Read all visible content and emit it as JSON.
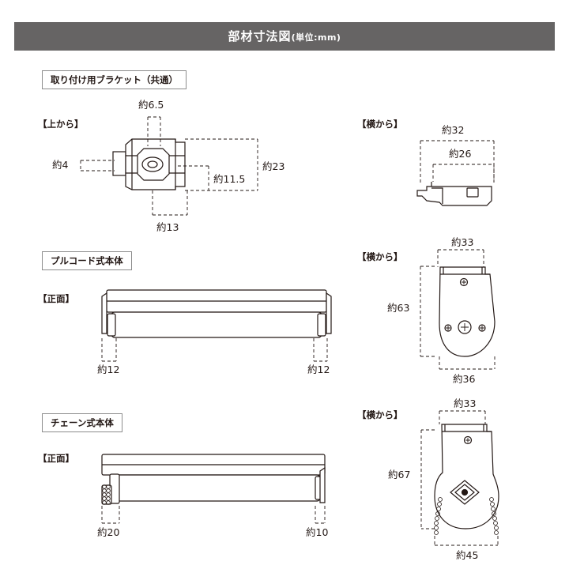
{
  "header": {
    "title": "部材寸法図",
    "unit": "(単位:mm)"
  },
  "bracket": {
    "section_label": "取り付け用ブラケット（共通）",
    "top_view_label": "【上から】",
    "side_view_label": "【横から】",
    "dims": {
      "d65": "約6.5",
      "d4": "約4",
      "d115": "約11.5",
      "d23": "約23",
      "d13": "約13",
      "d32": "約32",
      "d26": "約26"
    }
  },
  "pullcord": {
    "section_label": "プルコード式本体",
    "front_view_label": "【正面】",
    "side_view_label": "【横から】",
    "dims": {
      "left": "約12",
      "right": "約12",
      "top": "約33",
      "height": "約63",
      "bottom": "約36"
    }
  },
  "chain": {
    "section_label": "チェーン式本体",
    "front_view_label": "【正面】",
    "side_view_label": "【横から】",
    "dims": {
      "left": "約20",
      "right": "約10",
      "top": "約33",
      "height": "約67",
      "bottom": "約45"
    }
  }
}
